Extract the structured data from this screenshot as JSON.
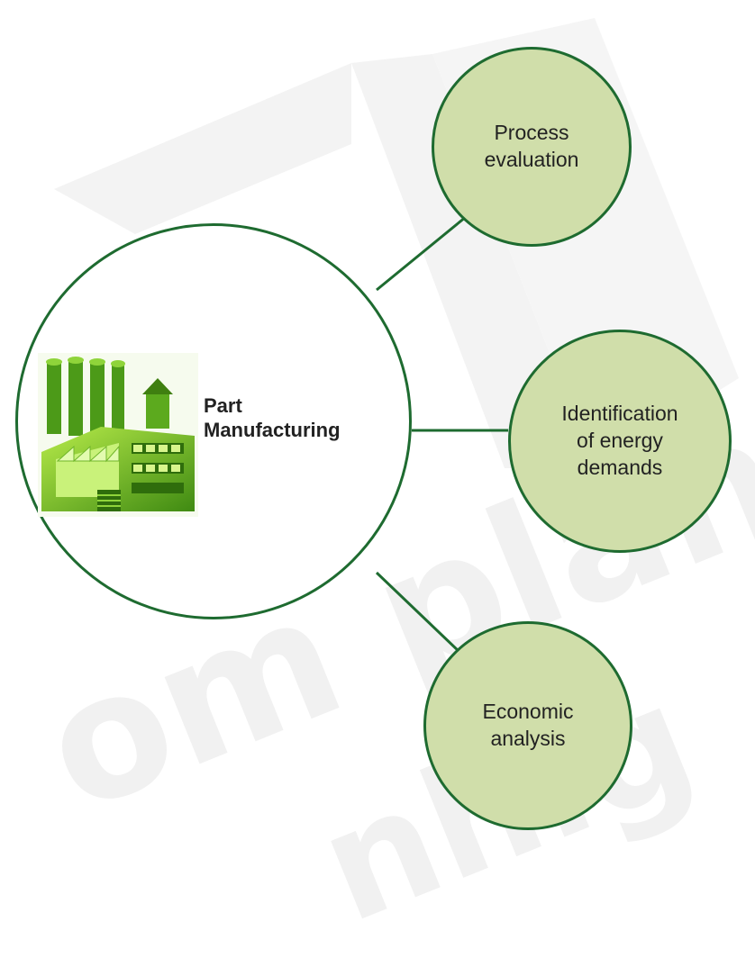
{
  "center": {
    "label": "Part\nManufacturing",
    "icon": "factory-icon"
  },
  "nodes": [
    {
      "id": "process-evaluation",
      "label": "Process\nevaluation"
    },
    {
      "id": "energy-demands",
      "label": "Identification\nof energy\ndemands"
    },
    {
      "id": "economic-analysis",
      "label": "Economic\nanalysis"
    }
  ],
  "colors": {
    "node_fill": "#d0deaa",
    "border": "#1e6b30",
    "factory_green": "#5caa1e",
    "factory_light": "#a6e03c"
  }
}
